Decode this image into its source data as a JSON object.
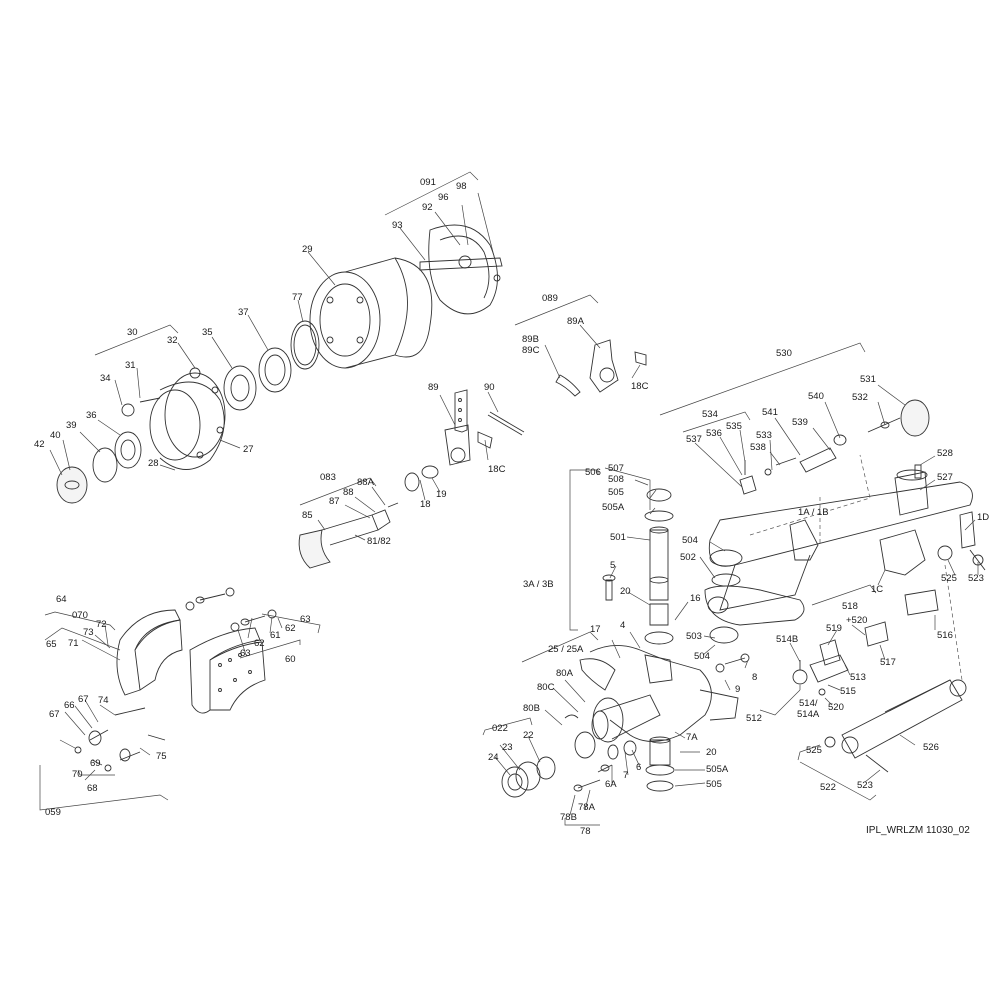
{
  "diagram": {
    "caption": "IPL_WRLZM 11030_02",
    "labels": {
      "l091": "091",
      "l98": "98",
      "l92": "92",
      "l96": "96",
      "l93": "93",
      "l29": "29",
      "l77": "77",
      "l37": "37",
      "l35": "35",
      "l30": "30",
      "l32": "32",
      "l31": "31",
      "l34": "34",
      "l36": "36",
      "l39": "39",
      "l40": "40",
      "l42": "42",
      "l28": "28",
      "l27": "27",
      "l089": "089",
      "l89A": "89A",
      "l89B": "89B",
      "l89C": "89C",
      "l18C_top": "18C",
      "l89": "89",
      "l90": "90",
      "l18C": "18C",
      "l083": "083",
      "l88A": "88A",
      "l88": "88",
      "l87": "87",
      "l85": "85",
      "l8182": "81/82",
      "l18": "18",
      "l19": "19",
      "l530": "530",
      "l531": "531",
      "l532": "532",
      "l540": "540",
      "l541": "541",
      "l539": "539",
      "l534": "534",
      "l535": "535",
      "l536": "536",
      "l537": "537",
      "l533": "533",
      "l538": "538",
      "l528": "528",
      "l527": "527",
      "l1A1B": "1A / 1B",
      "l1D": "1D",
      "l525_top": "525",
      "l523_top": "523",
      "l1C": "1C",
      "l506": "506",
      "l507": "507",
      "l508": "508",
      "l505_top": "505",
      "l505A_top": "505A",
      "l501": "501",
      "l504_top": "504",
      "l502": "502",
      "l5": "5",
      "l20_top": "20",
      "l3A3B": "3A / 3B",
      "l16": "16",
      "l503": "503",
      "l504": "504",
      "l518": "518",
      "l520_top": "+520",
      "l519": "519",
      "l516": "516",
      "l517": "517",
      "l514B": "514B",
      "l513": "513",
      "l515": "515",
      "l5145": "514/",
      "l514A": "514A",
      "l520": "520",
      "l512": "512",
      "l526": "526",
      "l525": "525",
      "l522": "522",
      "l523": "523",
      "l64": "64",
      "l070": "070",
      "l65": "65",
      "l71": "71",
      "l73": "73",
      "l72": "72",
      "l63_top": "63",
      "l62_top": "62",
      "l61": "61",
      "l62": "62",
      "l63": "63",
      "l60": "60",
      "l67_a": "67",
      "l66": "66",
      "l67_b": "67",
      "l74": "74",
      "l69": "69",
      "l70": "70",
      "l75": "75",
      "l68": "68",
      "l059": "059",
      "l17": "17",
      "l4": "4",
      "l2525A": "25 / 25A",
      "l80A": "80A",
      "l80C": "80C",
      "l80B": "80B",
      "l9": "9",
      "l8": "8",
      "l7A": "7A",
      "l022": "022",
      "l23": "23",
      "l22": "22",
      "l24": "24",
      "l20": "20",
      "l6A": "6A",
      "l7": "7",
      "l6": "6",
      "l505A": "505A",
      "l505": "505",
      "l78A": "78A",
      "l78B": "78B",
      "l78": "78"
    }
  }
}
